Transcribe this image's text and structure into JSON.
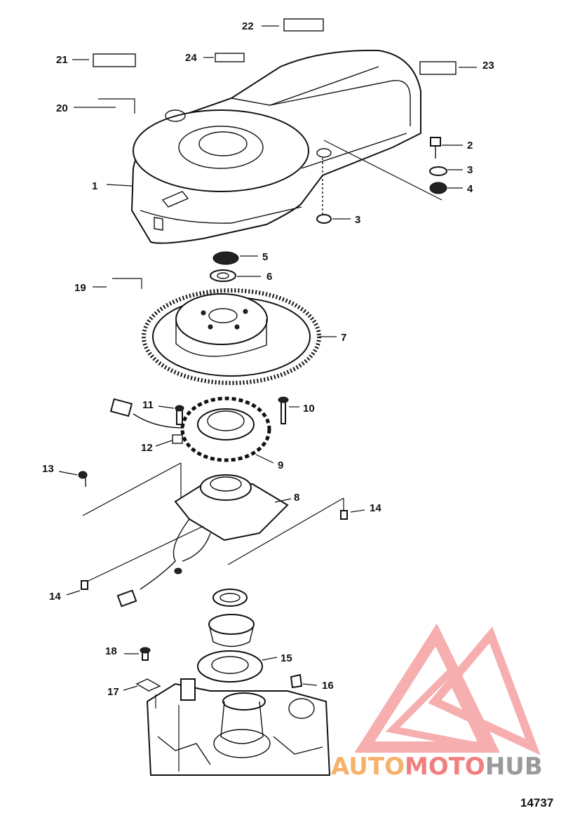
{
  "diagram": {
    "figure_number": "14737",
    "callouts": [
      {
        "id": "c1",
        "label": "1"
      },
      {
        "id": "c2",
        "label": "2"
      },
      {
        "id": "c3a",
        "label": "3"
      },
      {
        "id": "c3b",
        "label": "3"
      },
      {
        "id": "c4",
        "label": "4"
      },
      {
        "id": "c5",
        "label": "5"
      },
      {
        "id": "c6",
        "label": "6"
      },
      {
        "id": "c7",
        "label": "7"
      },
      {
        "id": "c8",
        "label": "8"
      },
      {
        "id": "c9",
        "label": "9"
      },
      {
        "id": "c10",
        "label": "10"
      },
      {
        "id": "c11",
        "label": "11"
      },
      {
        "id": "c12",
        "label": "12"
      },
      {
        "id": "c13",
        "label": "13"
      },
      {
        "id": "c14a",
        "label": "14"
      },
      {
        "id": "c14b",
        "label": "14"
      },
      {
        "id": "c15",
        "label": "15"
      },
      {
        "id": "c16",
        "label": "16"
      },
      {
        "id": "c17",
        "label": "17"
      },
      {
        "id": "c18",
        "label": "18"
      },
      {
        "id": "c19",
        "label": "19"
      },
      {
        "id": "c20",
        "label": "20"
      },
      {
        "id": "c21",
        "label": "21"
      },
      {
        "id": "c22",
        "label": "22"
      },
      {
        "id": "c23",
        "label": "23"
      },
      {
        "id": "c24",
        "label": "24"
      }
    ]
  },
  "watermark": {
    "part1": "AUTO",
    "part2": "MOTO",
    "part3": "HUB",
    "colors": {
      "orange": "#f6b26b",
      "red": "#f08080",
      "gray": "#9a9a9a"
    }
  }
}
